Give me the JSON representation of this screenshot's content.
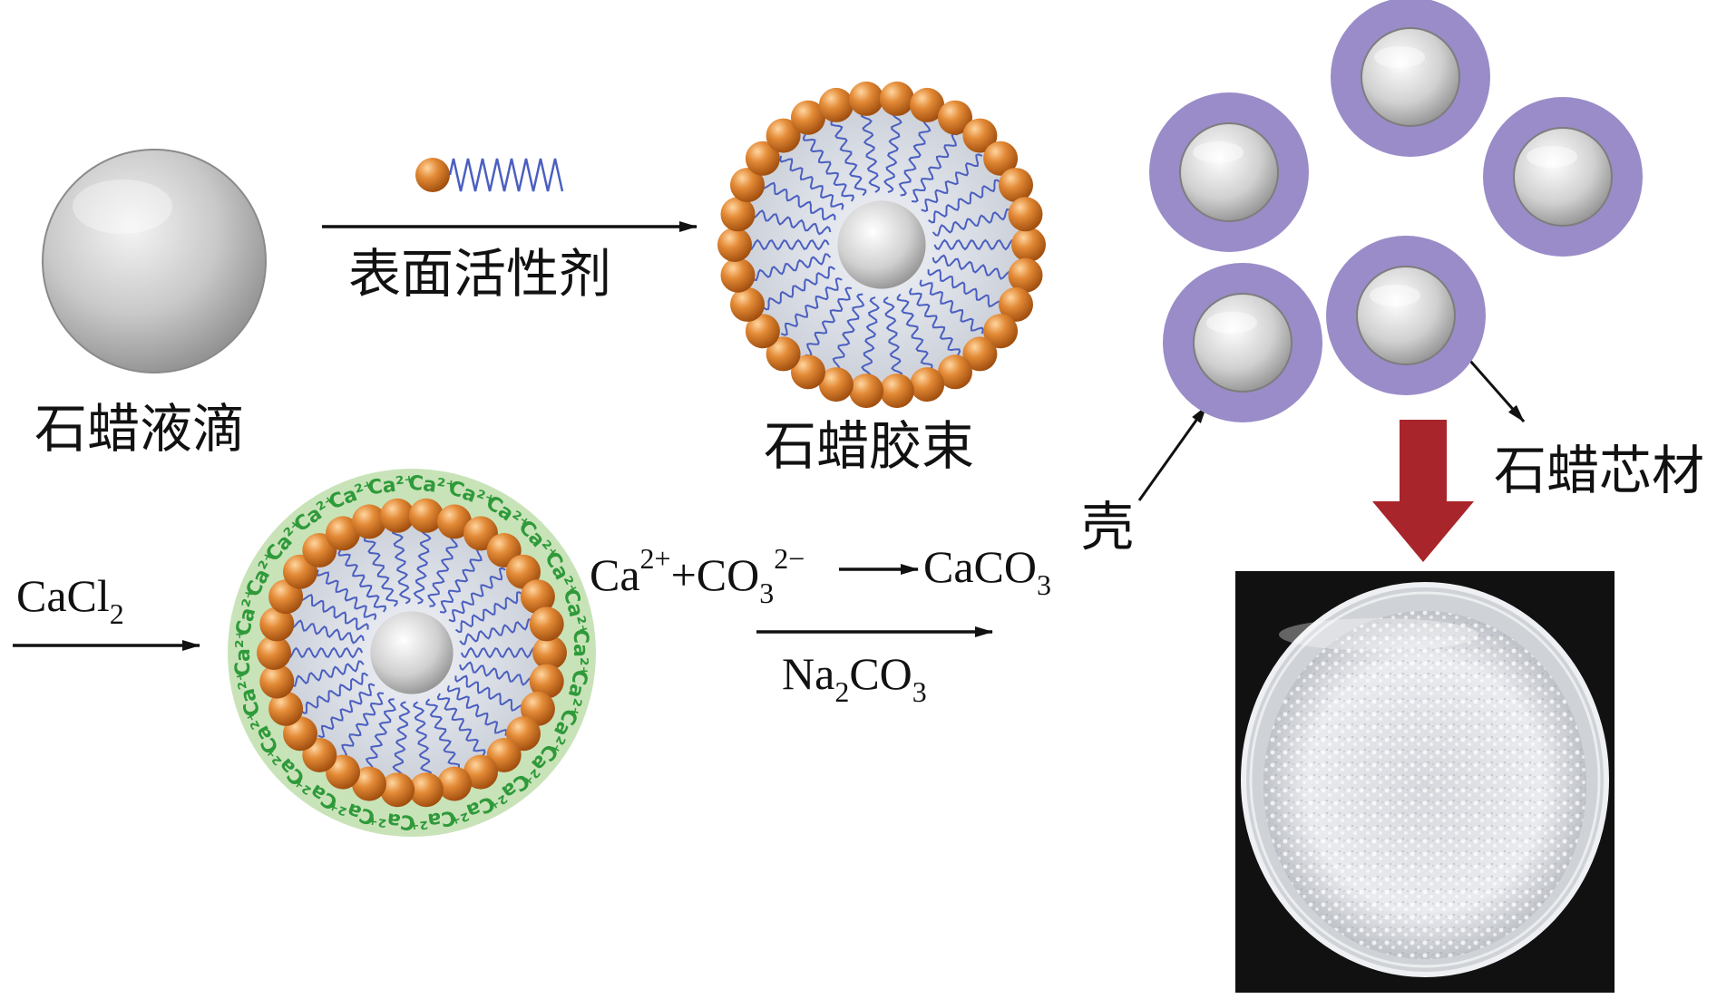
{
  "labels": {
    "paraffin_droplet": "石蜡液滴",
    "surfactant": "表面活性剂",
    "paraffin_micelle": "石蜡胶束",
    "shell": "壳",
    "paraffin_core": "石蜡芯材"
  },
  "chem": {
    "cacl2": {
      "base": "CaCl",
      "sub": "2"
    },
    "reaction": {
      "ca": "Ca",
      "ca_charge": "2+",
      "plus_co": "+CO",
      "co_sub": "3",
      "co_charge": "2−",
      "product": "CaCO",
      "product_sub": "3"
    },
    "na2co3": {
      "na": "Na",
      "na_sub": "2",
      "co": "CO",
      "co_sub": "3"
    }
  },
  "ion_label": "Ca",
  "ion_charge": "2+",
  "colors": {
    "surfactant_head": "#c8661a",
    "surfactant_tail": "#4a5fc0",
    "shell": "#9a8cc8",
    "ion_zone": "#c9e3b9",
    "ion_text": "#2f9a3a",
    "down_arrow": "#a8262b",
    "paraffin": "#c8c8c8"
  }
}
